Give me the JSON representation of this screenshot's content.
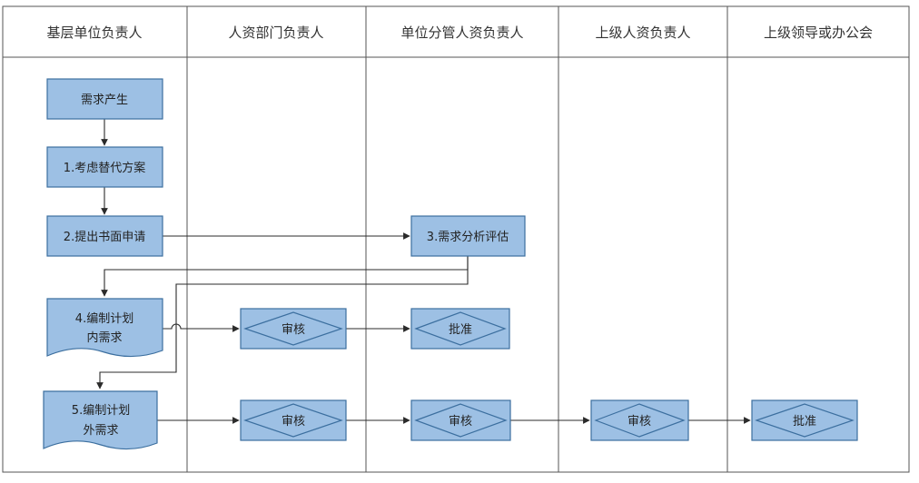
{
  "lanes": [
    "基层单位负责人",
    "人资部门负责人",
    "单位分管人资负责人",
    "上级人资负责人",
    "上级领导或办公会"
  ],
  "nodes": {
    "demand": "需求产生",
    "step1": "1.考虑替代方案",
    "step2": "2.提出书面申请",
    "step3": "3.需求分析评估",
    "step4_line1": "4.编制计划",
    "step4_line2": "内需求",
    "step5_line1": "5.编制计划",
    "step5_line2": "外需求",
    "review_hr_4": "审核",
    "approve_div_4": "批准",
    "review_hr_5": "审核",
    "review_div_5": "审核",
    "review_upper_hr_5": "审核",
    "approve_leader_5": "批准"
  },
  "colors": {
    "node_fill": "#9dc0e4",
    "node_stroke": "#3c6f9f",
    "line": "#2b2b2b"
  }
}
